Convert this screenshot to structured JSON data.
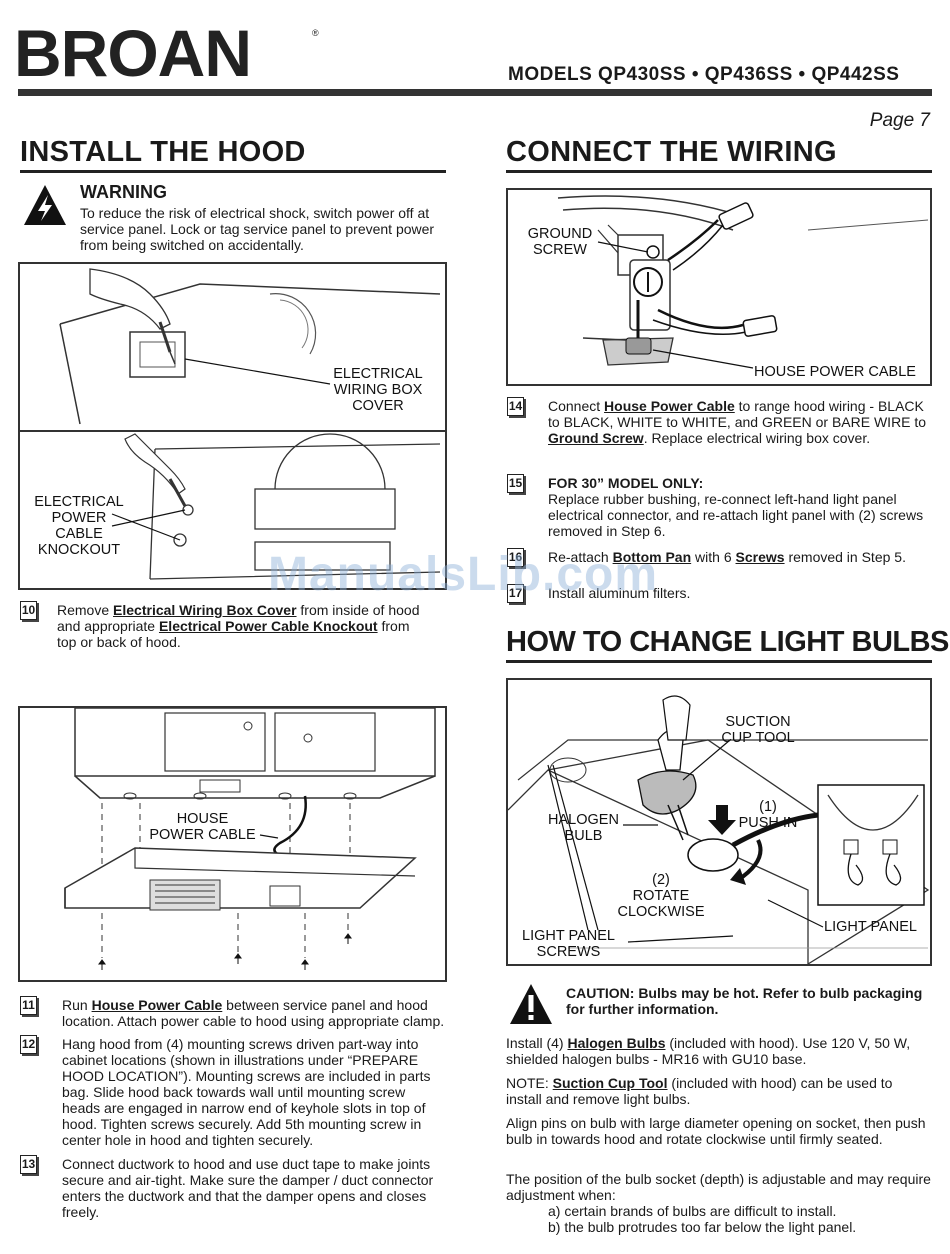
{
  "header": {
    "logo_text": "BROAN",
    "logo_reg": "®",
    "models": "MODELS  QP430SS • QP436SS • QP442SS",
    "page": "Page 7"
  },
  "left": {
    "heading": "INSTALL THE HOOD",
    "warning": {
      "title": "WARNING",
      "text": "To reduce the risk of electrical shock, switch power off at service panel. Lock or tag service panel to prevent power from being switched on accidentally."
    },
    "fig1": {
      "label_cover": "ELECTRICAL\nWIRING BOX\nCOVER",
      "label_knockout": "ELECTRICAL\nPOWER\nCABLE\nKNOCKOUT"
    },
    "step10": {
      "num": "10",
      "t1": "Remove ",
      "l1": "Electrical Wiring Box Cover",
      "t2": " from inside of hood and appropriate ",
      "l2": "Electrical Power Cable Knockout",
      "t3": " from top or back of hood."
    },
    "fig2": {
      "label_cable": "HOUSE\nPOWER CABLE"
    },
    "step11": {
      "num": "11",
      "t1": "Run ",
      "l1": "House Power Cable",
      "t2": " between service panel and hood location. Attach power cable to hood using appropriate clamp."
    },
    "step12": {
      "num": "12",
      "text": "Hang hood from (4) mounting screws driven part-way into cabinet locations (shown in illustrations under “PREPARE HOOD LOCATION”). Mounting screws are included in parts bag. Slide hood back towards wall until mounting screw heads are engaged in narrow end of keyhole slots in top of hood. Tighten screws securely. Add 5th mounting screw in center hole in hood and tighten securely."
    },
    "step13": {
      "num": "13",
      "text": "Connect ductwork to hood and use duct tape to make joints secure and air-tight. Make sure the damper / duct connector enters the ductwork and that the damper opens and closes freely."
    }
  },
  "right": {
    "heading1": "CONNECT THE WIRING",
    "fig3": {
      "label_ground": "GROUND\nSCREW",
      "label_cable": "HOUSE POWER CABLE"
    },
    "step14": {
      "num": "14",
      "t1": "Connect ",
      "l1": "House Power Cable",
      "t2": " to range hood wiring - BLACK to BLACK, WHITE to WHITE, and GREEN or BARE WIRE to ",
      "l2": "Ground Screw",
      "t3": ". Replace electrical wiring box cover."
    },
    "step15": {
      "num": "15",
      "title": "FOR 30” MODEL ONLY:",
      "text": "Replace rubber bushing, re-connect left-hand light panel electrical connector, and re-attach light panel with (2) screws removed in Step 6."
    },
    "step16": {
      "num": "16",
      "t1": "Re-attach ",
      "l1": "Bottom Pan",
      "t2": " with 6 ",
      "l2": "Screws",
      "t3": " removed in Step 5."
    },
    "step17": {
      "num": "17",
      "text": "Install aluminum filters."
    },
    "heading2": "HOW TO CHANGE LIGHT BULBS",
    "fig4": {
      "label_suction": "SUCTION\nCUP TOOL",
      "label_halogen": "HALOGEN\nBULB",
      "label_push": "(1)\nPUSH IN",
      "label_rotate": "(2)\nROTATE\nCLOCKWISE",
      "label_panel": "LIGHT PANEL",
      "label_screws": "LIGHT PANEL\nSCREWS"
    },
    "caution": "CAUTION: Bulbs may be hot. Refer to bulb packaging for further information.",
    "p1": {
      "t1": "Install (4) ",
      "l1": "Halogen Bulbs",
      "t2": " (included with hood). Use 120 V, 50 W, shielded halogen bulbs - MR16 with GU10 base."
    },
    "p2": {
      "t1": "NOTE: ",
      "l1": "Suction Cup Tool",
      "t2": " (included with hood) can be used to install and remove light bulbs."
    },
    "p3": "Align pins on bulb with large diameter opening on socket, then push bulb in towards hood and rotate clockwise until firmly seated.",
    "p4": "The position of the bulb socket (depth) is adjustable and may require adjustment when:",
    "p4a": "a) certain brands of bulbs are difficult to install.",
    "p4b": "b) the bulb protrudes too far below the light panel."
  },
  "watermark": "ManualsLib.com"
}
